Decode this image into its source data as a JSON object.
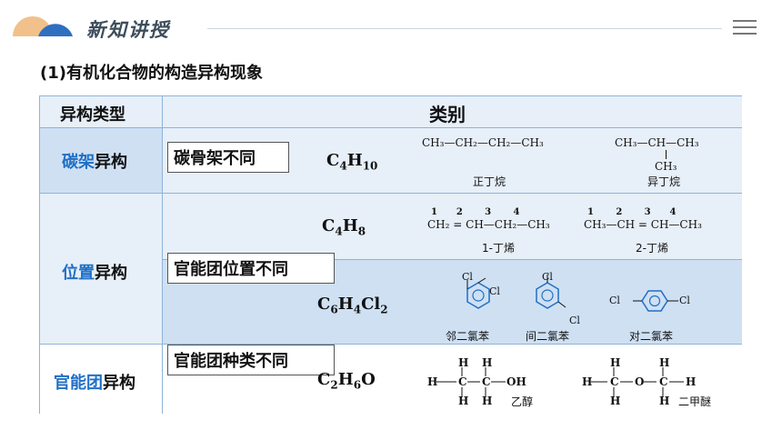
{
  "header": {
    "title": "新知讲授"
  },
  "section_title": "(1)有机化合物的构造异构现象",
  "table": {
    "col1_header": "异构类型",
    "col2_header": "类别",
    "rows": {
      "carbon": {
        "label_blue": "碳架",
        "label_black": "异构",
        "box": "碳骨架不同",
        "formula": {
          "base": "C",
          "n1": "4",
          "mid": "H",
          "n2": "10"
        },
        "ex1": {
          "line": "CH₃—CH₂—CH₂—CH₃",
          "name": "正丁烷"
        },
        "ex2": {
          "line": "CH₃—CH—CH₃",
          "branch": "CH₃",
          "name": "异丁烷"
        }
      },
      "position": {
        "label_blue": "位置",
        "label_black": "异构",
        "box": "官能团位置不同",
        "formula1": {
          "base": "C",
          "n1": "4",
          "mid": "H",
          "n2": "8"
        },
        "ex1": {
          "nums": "1      2       3       4",
          "line": "CH₂ = CH—CH₂—CH₃",
          "name": "1-丁烯"
        },
        "ex2": {
          "nums": "1       2       3      4",
          "line": "CH₃—CH = CH—CH₃",
          "name": "2-丁烯"
        },
        "formula2": {
          "base": "C",
          "n1": "6",
          "mid": "H",
          "n2": "4",
          "tail": "Cl",
          "n3": "2"
        },
        "benz": {
          "o": "邻二氯苯",
          "m": "间二氯苯",
          "p": "对二氯苯",
          "cl": "Cl"
        }
      },
      "functional": {
        "label_blue": "官能团",
        "label_black": "异构",
        "box": "官能团种类不同",
        "formula": {
          "base": "C",
          "n1": "2",
          "mid": "H",
          "n2": "6",
          "tail": "O"
        },
        "ethanol": {
          "h": "H",
          "c": "C",
          "oh": "OH",
          "name": "乙醇"
        },
        "ether": {
          "h": "H",
          "c": "C",
          "o": "O",
          "name": "二甲醚"
        }
      }
    }
  }
}
